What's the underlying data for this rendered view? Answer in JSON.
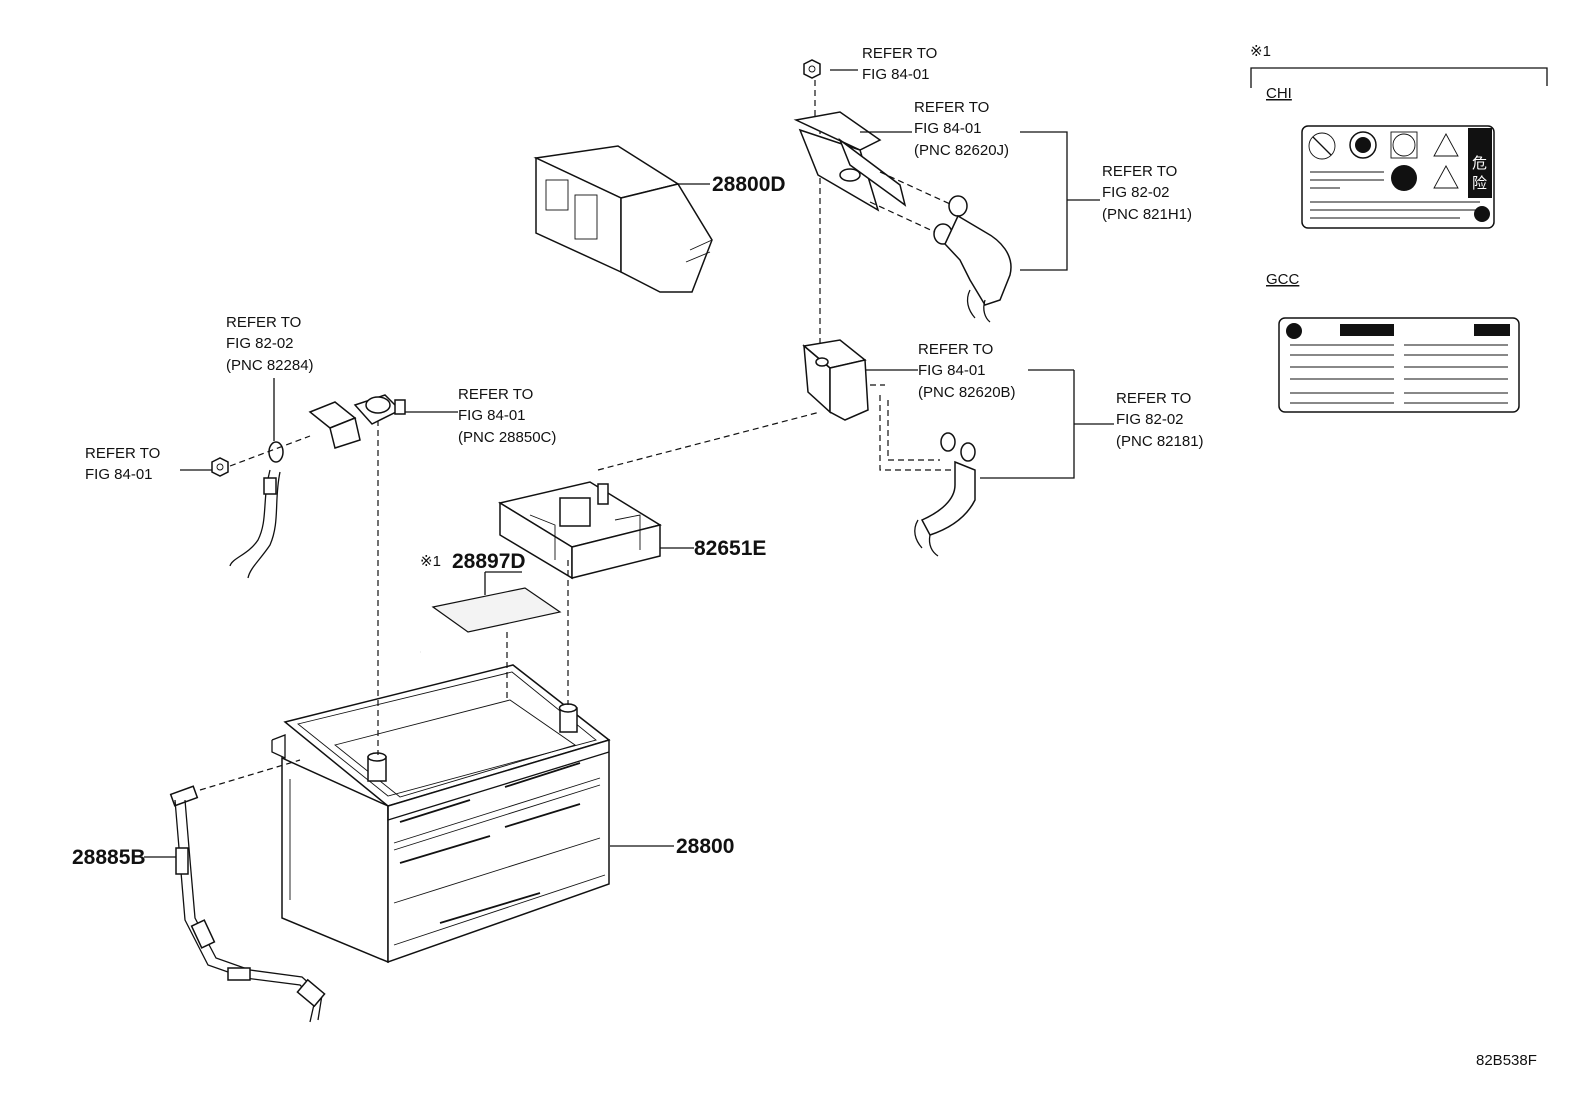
{
  "diagram_id": "82B538F",
  "parts": {
    "battery": "28800",
    "battery_cover": "28800D",
    "terminal_block": "82651E",
    "label": "28897D",
    "sensor_cable": "28885B"
  },
  "note_mark": "※1",
  "note_mark_label": "※1",
  "references": {
    "nut_top": [
      "REFER TO",
      "FIG 84-01"
    ],
    "bracket_top": [
      "REFER TO",
      "FIG 84-01",
      "(PNC 82620J)"
    ],
    "cable_top_right": [
      "REFER TO",
      "FIG 82-02",
      "(PNC 821H1)"
    ],
    "holder_mid": [
      "REFER TO",
      "FIG 84-01",
      "(PNC 82620B)"
    ],
    "cable_mid_right": [
      "REFER TO",
      "FIG 82-02",
      "(PNC 82181)"
    ],
    "neg_cable": [
      "REFER TO",
      "FIG 82-02",
      "(PNC 82284)"
    ],
    "neg_clamp": [
      "REFER TO",
      "FIG 84-01",
      "(PNC 28850C)"
    ],
    "nut_left": [
      "REFER TO",
      "FIG 84-01"
    ]
  },
  "label_variants": {
    "chi": "CHI",
    "gcc": "GCC",
    "chi_kanji": [
      "危",
      "险"
    ]
  }
}
